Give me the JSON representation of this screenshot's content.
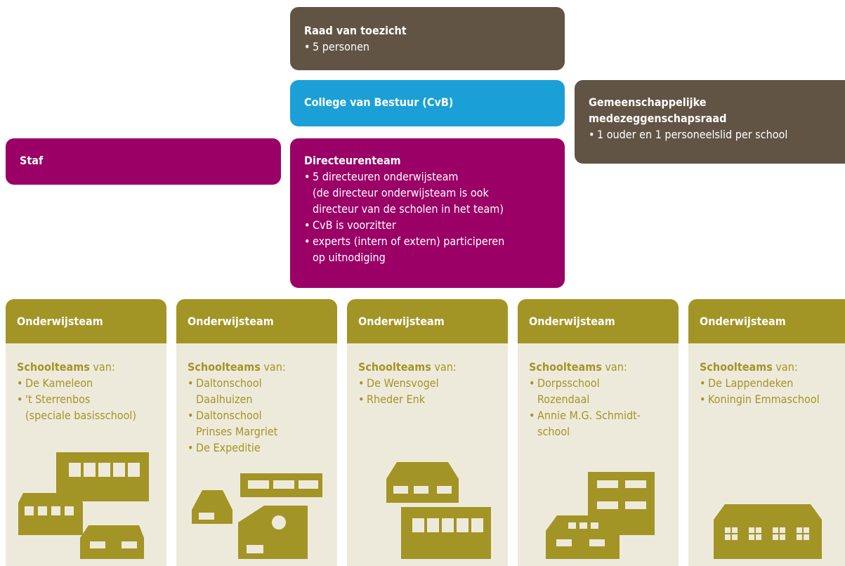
{
  "raad": {
    "title": "Raad van toezicht",
    "items": [
      "5 personen"
    ]
  },
  "cvb": {
    "title": "College van Bestuur (CvB)"
  },
  "gmr": {
    "title_line1": "Gemeenschappelijke",
    "title_line2": "medezeggenschapsraad",
    "items": [
      "1 ouder en 1 personeelslid per school"
    ]
  },
  "staf": {
    "title": "Staf"
  },
  "directeurenteam": {
    "title": "Directeurenteam",
    "items": [
      [
        "5 directeuren onderwijsteam",
        "(de directeur onderwijsteam is ook",
        "directeur van de scholen in het team)"
      ],
      [
        "CvB is voorzitter"
      ],
      [
        "experts (intern of extern) participeren",
        "op uitnodiging"
      ]
    ]
  },
  "teams": [
    {
      "header": "Onderwijsteam",
      "label_bold": "Schoolteams",
      "label_rest": " van:",
      "schools": [
        [
          "De Kameleon"
        ],
        [
          "'t Sterrenbos",
          "(speciale basisschool)"
        ]
      ]
    },
    {
      "header": "Onderwijsteam",
      "label_bold": "Schoolteams",
      "label_rest": " van:",
      "schools": [
        [
          "Daltonschool",
          "Daalhuizen"
        ],
        [
          "Daltonschool",
          "Prinses Margriet"
        ],
        [
          "De Expeditie"
        ]
      ]
    },
    {
      "header": "Onderwijsteam",
      "label_bold": "Schoolteams",
      "label_rest": " van:",
      "schools": [
        [
          "De Wensvogel"
        ],
        [
          "Rheder Enk"
        ]
      ]
    },
    {
      "header": "Onderwijsteam",
      "label_bold": "Schoolteams",
      "label_rest": " van:",
      "schools": [
        [
          "Dorpsschool",
          "Rozendaal"
        ],
        [
          "Annie M.G. Schmidt-",
          "school"
        ]
      ]
    },
    {
      "header": "Onderwijsteam",
      "label_bold": "Schoolteams",
      "label_rest": " van:",
      "schools": [
        [
          "De Lappendeken"
        ],
        [
          "Koningin Emmaschool"
        ]
      ]
    }
  ],
  "colors": {
    "brown": "#615445",
    "blue": "#1aa0d6",
    "magenta": "#9a0066",
    "olive": "#a39426",
    "panel": "#eeeadb"
  }
}
